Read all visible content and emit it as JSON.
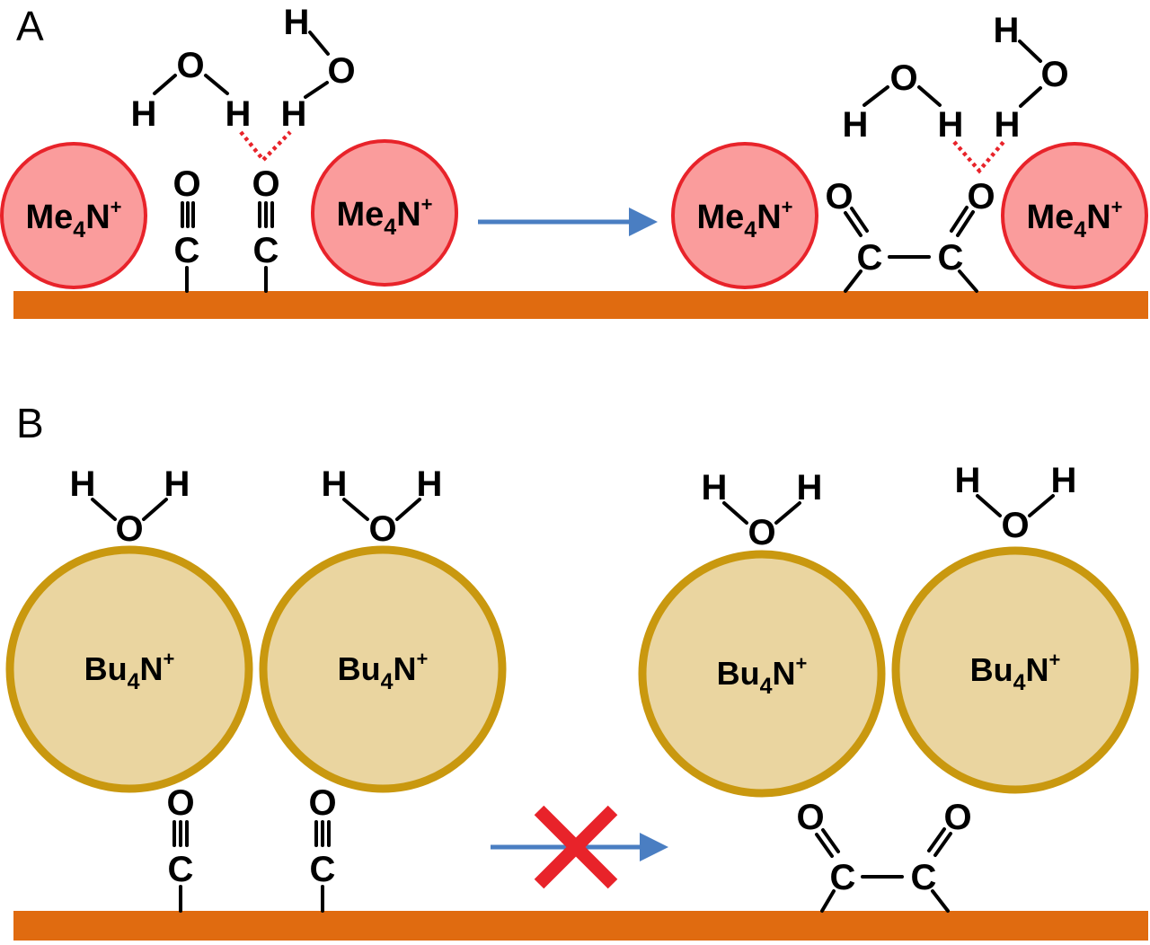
{
  "panels": {
    "a": {
      "label": "A",
      "cation": {
        "base": "Me",
        "sub": "4",
        "n": "N",
        "charge": "+"
      },
      "atoms": {
        "carbon": "C",
        "oxygen": "O",
        "hydrogen": "H"
      }
    },
    "b": {
      "label": "B",
      "cation": {
        "base": "Bu",
        "sub": "4",
        "n": "N",
        "charge": "+"
      },
      "atoms": {
        "carbon": "C",
        "oxygen": "O",
        "hydrogen": "H"
      }
    }
  },
  "colors": {
    "surface": "#e06b10",
    "me4n_fill": "#fa9c9c",
    "me4n_stroke": "#e8232a",
    "bu4n_fill": "#ead5a0",
    "bu4n_stroke": "#c9980f",
    "arrow": "#4a7ec2",
    "hydrogen_bond": "#e8232a",
    "blocked_cross": "#e8232a"
  },
  "icons": {
    "reaction_arrow": "right-arrow",
    "blocked_marker": "red-x"
  }
}
